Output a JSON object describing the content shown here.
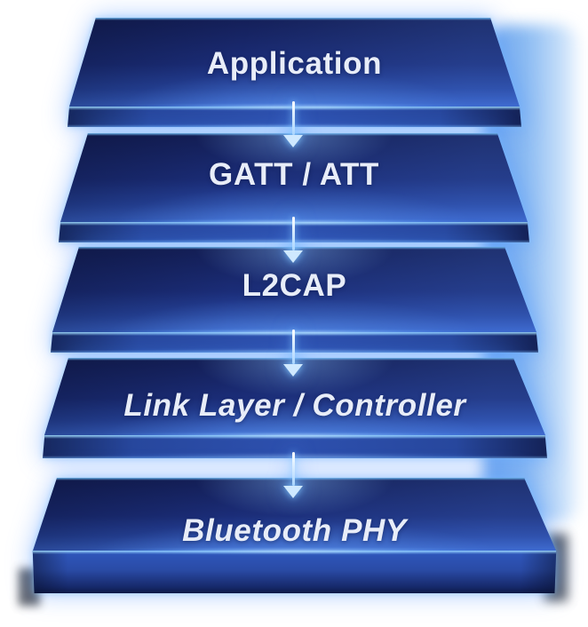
{
  "layers": [
    {
      "label": "Application"
    },
    {
      "label": "GATT / ATT"
    },
    {
      "label": "L2CAP"
    },
    {
      "label": "Link Layer / Controller"
    },
    {
      "label": "Bluetooth PHY"
    }
  ],
  "colors": {
    "slab_face_dark": "#141f58",
    "slab_face_bright": "#3963c8",
    "edge_glow": "#7cc4ff",
    "label_text": "#e8edf8",
    "right_haze": "#6ca4ec",
    "arrow": "#cfe9ff"
  }
}
